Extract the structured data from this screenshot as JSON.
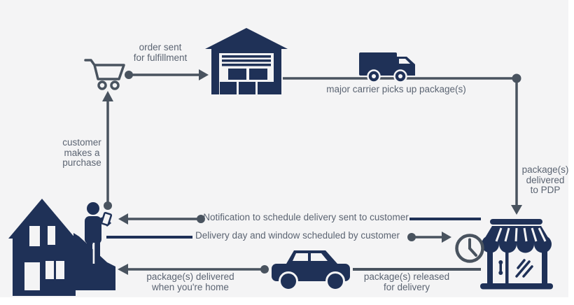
{
  "colors": {
    "navy": "#1f3157",
    "slate": "#49535f",
    "text": "#5b6472",
    "bg": "#f4f4f5",
    "white": "#ffffff"
  },
  "nodes": {
    "cart": {
      "icon": "shopping-cart-icon"
    },
    "warehouse": {
      "icon": "warehouse-icon"
    },
    "truck": {
      "icon": "delivery-truck-icon"
    },
    "store": {
      "icon": "storefront-icon"
    },
    "clock": {
      "icon": "clock-icon"
    },
    "car": {
      "icon": "car-icon"
    },
    "house": {
      "icon": "house-icon"
    },
    "customer": {
      "icon": "person-with-phone-icon"
    }
  },
  "labels": {
    "order_sent": "order sent\nfor fulfillment",
    "carrier_pickup": "major carrier picks up package(s)",
    "pdp_delivery": "package(s)\ndelivered\nto PDP",
    "customer_purchase": "customer\nmakes a\npurchase",
    "notification": "Notification to schedule delivery sent to customer",
    "schedule": "Delivery day and window scheduled by customer",
    "delivered_home": "package(s) delivered\nwhen you're home",
    "released": "package(s) released\nfor delivery"
  }
}
